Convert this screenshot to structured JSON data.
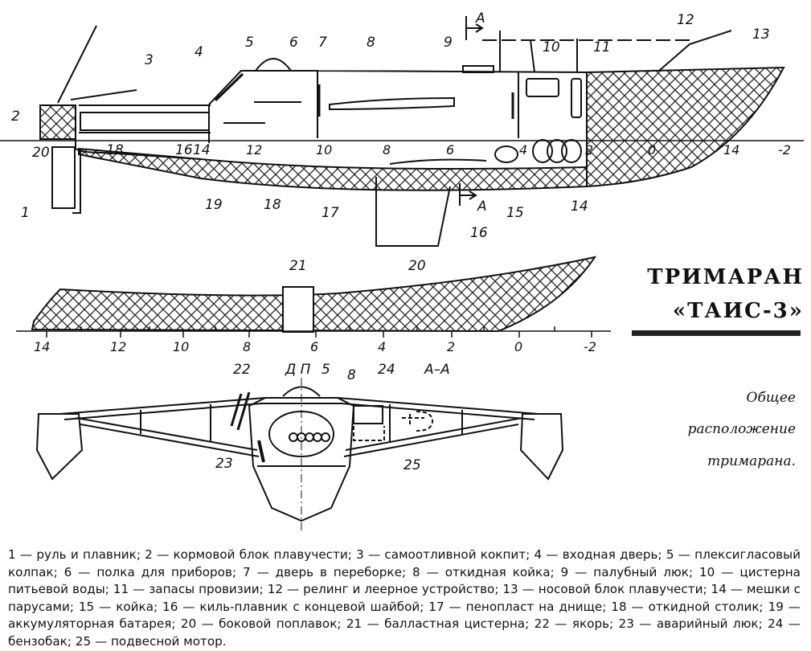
{
  "title": {
    "line1": "ТРИМАРАН",
    "line2": "«ТАИС-3»"
  },
  "caption": {
    "line1": "Общее",
    "line2": "расположение",
    "line3": "тримарана."
  },
  "section_label": "А–А",
  "section_cut_letter": "А",
  "centerline_label": "Д П",
  "profile_scale_labels": [
    "14",
    "12",
    "10",
    "8",
    "6",
    "4",
    "2",
    "0",
    "-2"
  ],
  "float_scale_labels": [
    "14",
    "12",
    "10",
    "8",
    "6",
    "4",
    "2",
    "0",
    "-2"
  ],
  "callouts": {
    "c1": "1",
    "c2": "2",
    "c3": "3",
    "c4": "4",
    "c5": "5",
    "c6": "6",
    "c7": "7",
    "c8": "8",
    "c9": "9",
    "c10": "10",
    "c11": "11",
    "c12": "12",
    "c13": "13",
    "c14": "14",
    "c15": "15",
    "c16": "16",
    "c17": "17",
    "c18": "18",
    "c19": "19",
    "c20": "20",
    "c21": "21",
    "c22": "22",
    "c23": "23",
    "c24": "24",
    "c25": "25"
  },
  "legend_text": "1 — руль и плавник; 2 — кормовой блок плавучести; 3 — самоотливной кокпит; 4 — входная дверь; 5 — плексигласовый колпак; 6 — полка для приборов; 7 — дверь в переборке; 8 — откидная койка; 9 — палубный люк; 10 — цистерна питьевой воды; 11 — запасы провизии; 12 — релинг и леерное устройство; 13 — носовой блок плавучести; 14 — мешки с парусами; 15 — койка; 16 — киль-плавник с концевой шайбой; 17 — пенопласт на днище; 18 — откидной столик; 19 — аккумуляторная батарея; 20 — боковой поплавок; 21 — балластная цистерна; 22 — якорь; 23 — аварийный люк; 24 — бензобак; 25 — подвесной мотор."
}
